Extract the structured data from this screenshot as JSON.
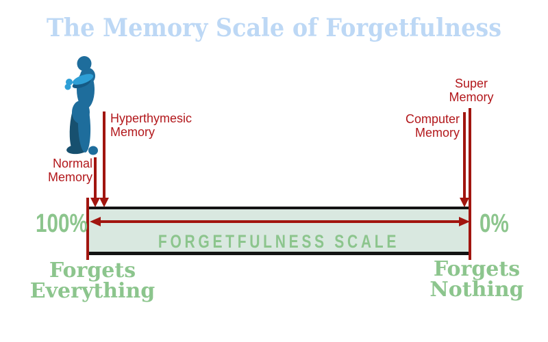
{
  "title": "The Memory Scale of Forgetfulness",
  "markers": {
    "normal": {
      "line1": "Normal",
      "line2": "Memory"
    },
    "hyperthymesic": {
      "line1": "Hyperthymesic",
      "line2": "Memory"
    },
    "computer": {
      "line1": "Computer",
      "line2": "Memory"
    },
    "super": {
      "line1": "Super",
      "line2": "Memory"
    }
  },
  "scale_bar": {
    "label": "FORGETFULNESS SCALE",
    "left_value": "100%",
    "right_value": "0%"
  },
  "captions": {
    "left": {
      "line1": "Forgets",
      "line2": "Everything"
    },
    "right": {
      "line1": "Forgets",
      "line2": "Nothing"
    }
  },
  "colors": {
    "title_blue": "#BDD8F5",
    "green": "#8CC58D",
    "red_text": "#B2171B",
    "red_line": "#A1150F",
    "bar_fill": "#D9E8E0",
    "bar_border": "#131313",
    "figure_blue": "#1E6D9C",
    "figure_dark_blue": "#17506F",
    "figure_light_blue": "#2E9FD6"
  }
}
